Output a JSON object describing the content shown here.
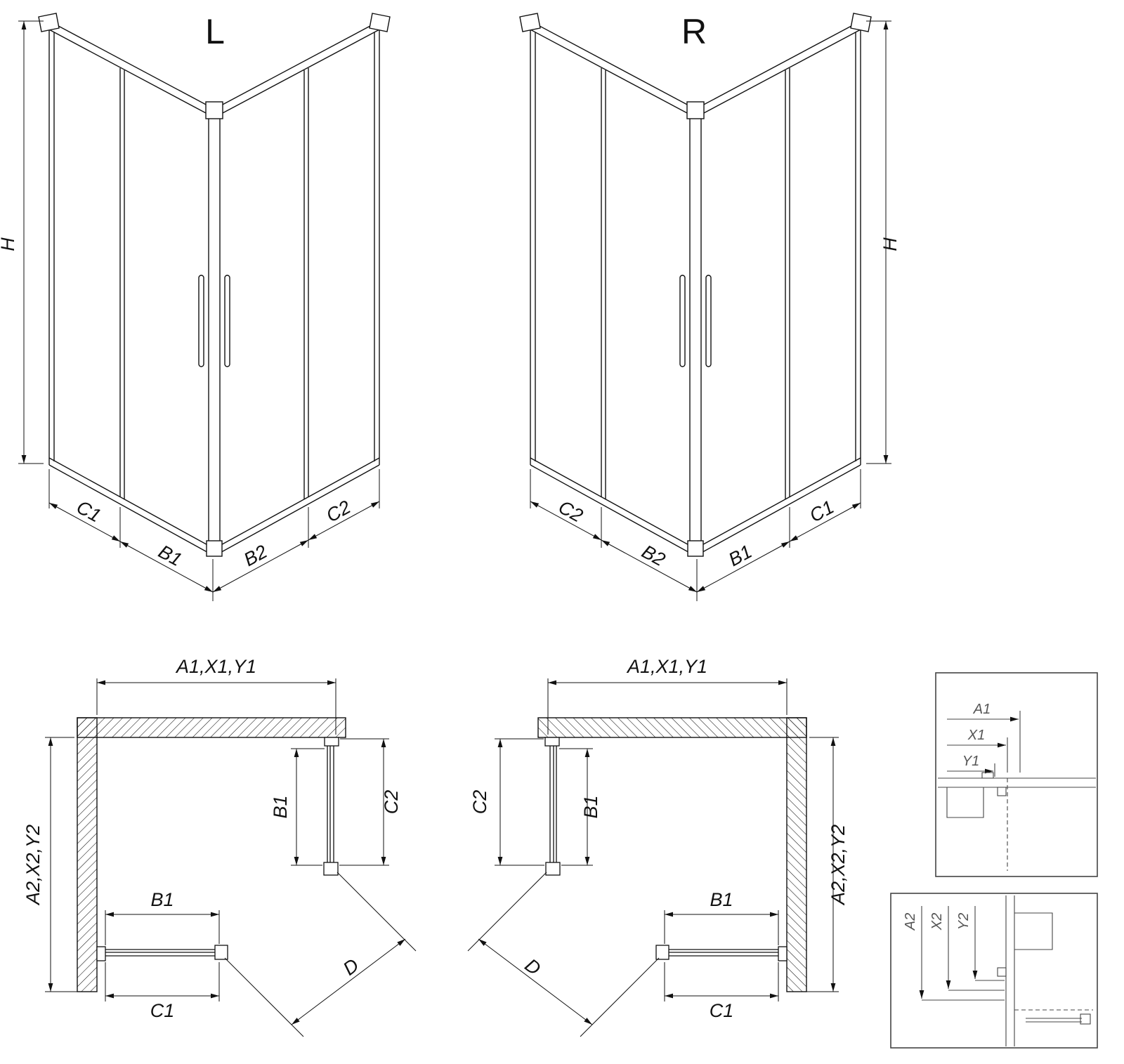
{
  "figure": {
    "iso_l": {
      "title": "L",
      "h": "H",
      "c1": "C1",
      "b1": "B1",
      "b2": "B2",
      "c2": "C2"
    },
    "iso_r": {
      "title": "R",
      "h": "H",
      "c1": "C1",
      "b1": "B1",
      "b2": "B2",
      "c2": "C2"
    },
    "plan_l": {
      "width_top": "A1,X1,Y1",
      "depth_side": "A2,X2,Y2",
      "door_side": "B1",
      "fixed_side": "C2",
      "door_front": "B1",
      "fixed_front": "C1",
      "diagonal": "D"
    },
    "plan_r": {
      "width_top": "A1,X1,Y1",
      "depth_side": "A2,X2,Y2",
      "door_side": "B1",
      "fixed_side": "C2",
      "door_front": "B1",
      "fixed_front": "C1",
      "diagonal": "D"
    },
    "detail_top": {
      "a1": "A1",
      "x1": "X1",
      "y1": "Y1"
    },
    "detail_bottom": {
      "a2": "A2",
      "x2": "X2",
      "y2": "Y2"
    }
  }
}
